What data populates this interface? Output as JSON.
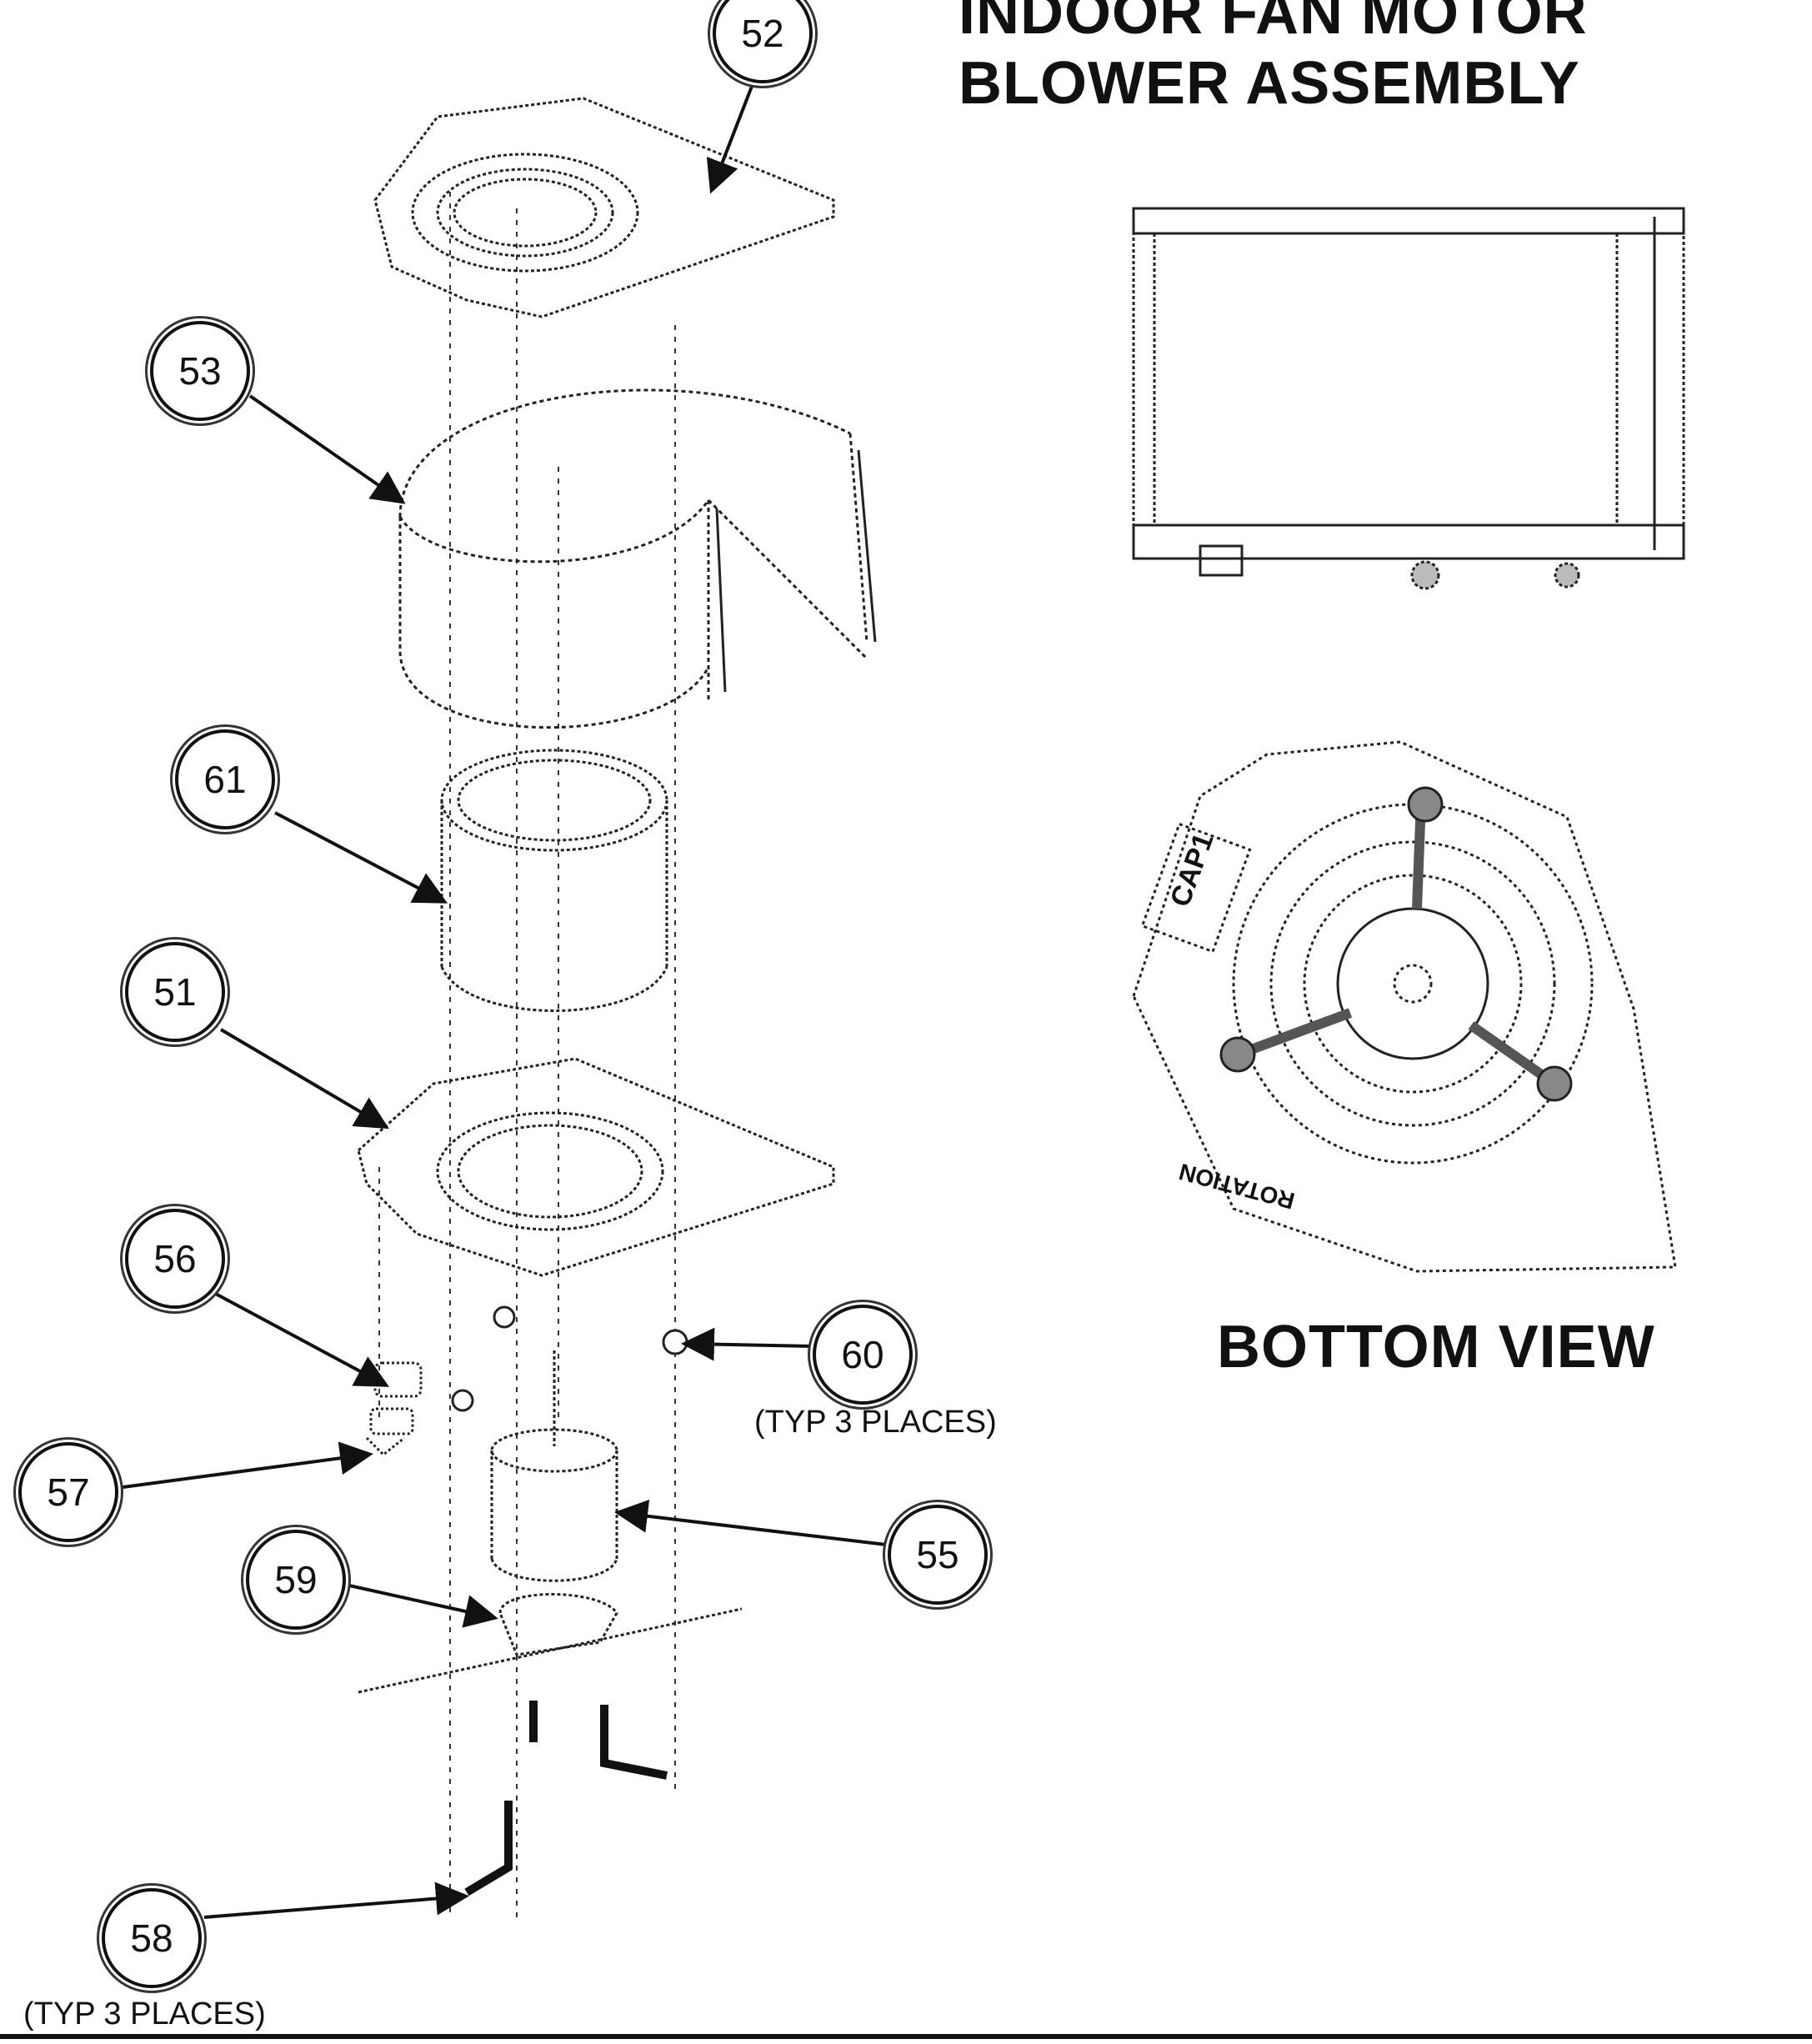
{
  "title": {
    "line1": "INDOOR FAN MOTOR",
    "line2": "BLOWER ASSEMBLY"
  },
  "callouts": [
    {
      "id": "52",
      "label": "52"
    },
    {
      "id": "53",
      "label": "53"
    },
    {
      "id": "61",
      "label": "61"
    },
    {
      "id": "51",
      "label": "51"
    },
    {
      "id": "56",
      "label": "56"
    },
    {
      "id": "57",
      "label": "57"
    },
    {
      "id": "60",
      "label": "60"
    },
    {
      "id": "55",
      "label": "55"
    },
    {
      "id": "59",
      "label": "59"
    },
    {
      "id": "58",
      "label": "58"
    }
  ],
  "notes": {
    "typ_60": "(TYP 3 PLACES)",
    "typ_58": "(TYP 3 PLACES)"
  },
  "bottom_view": {
    "label": "BOTTOM VIEW",
    "cap_text": "CAP1",
    "rotation_text": "ROTATION"
  }
}
